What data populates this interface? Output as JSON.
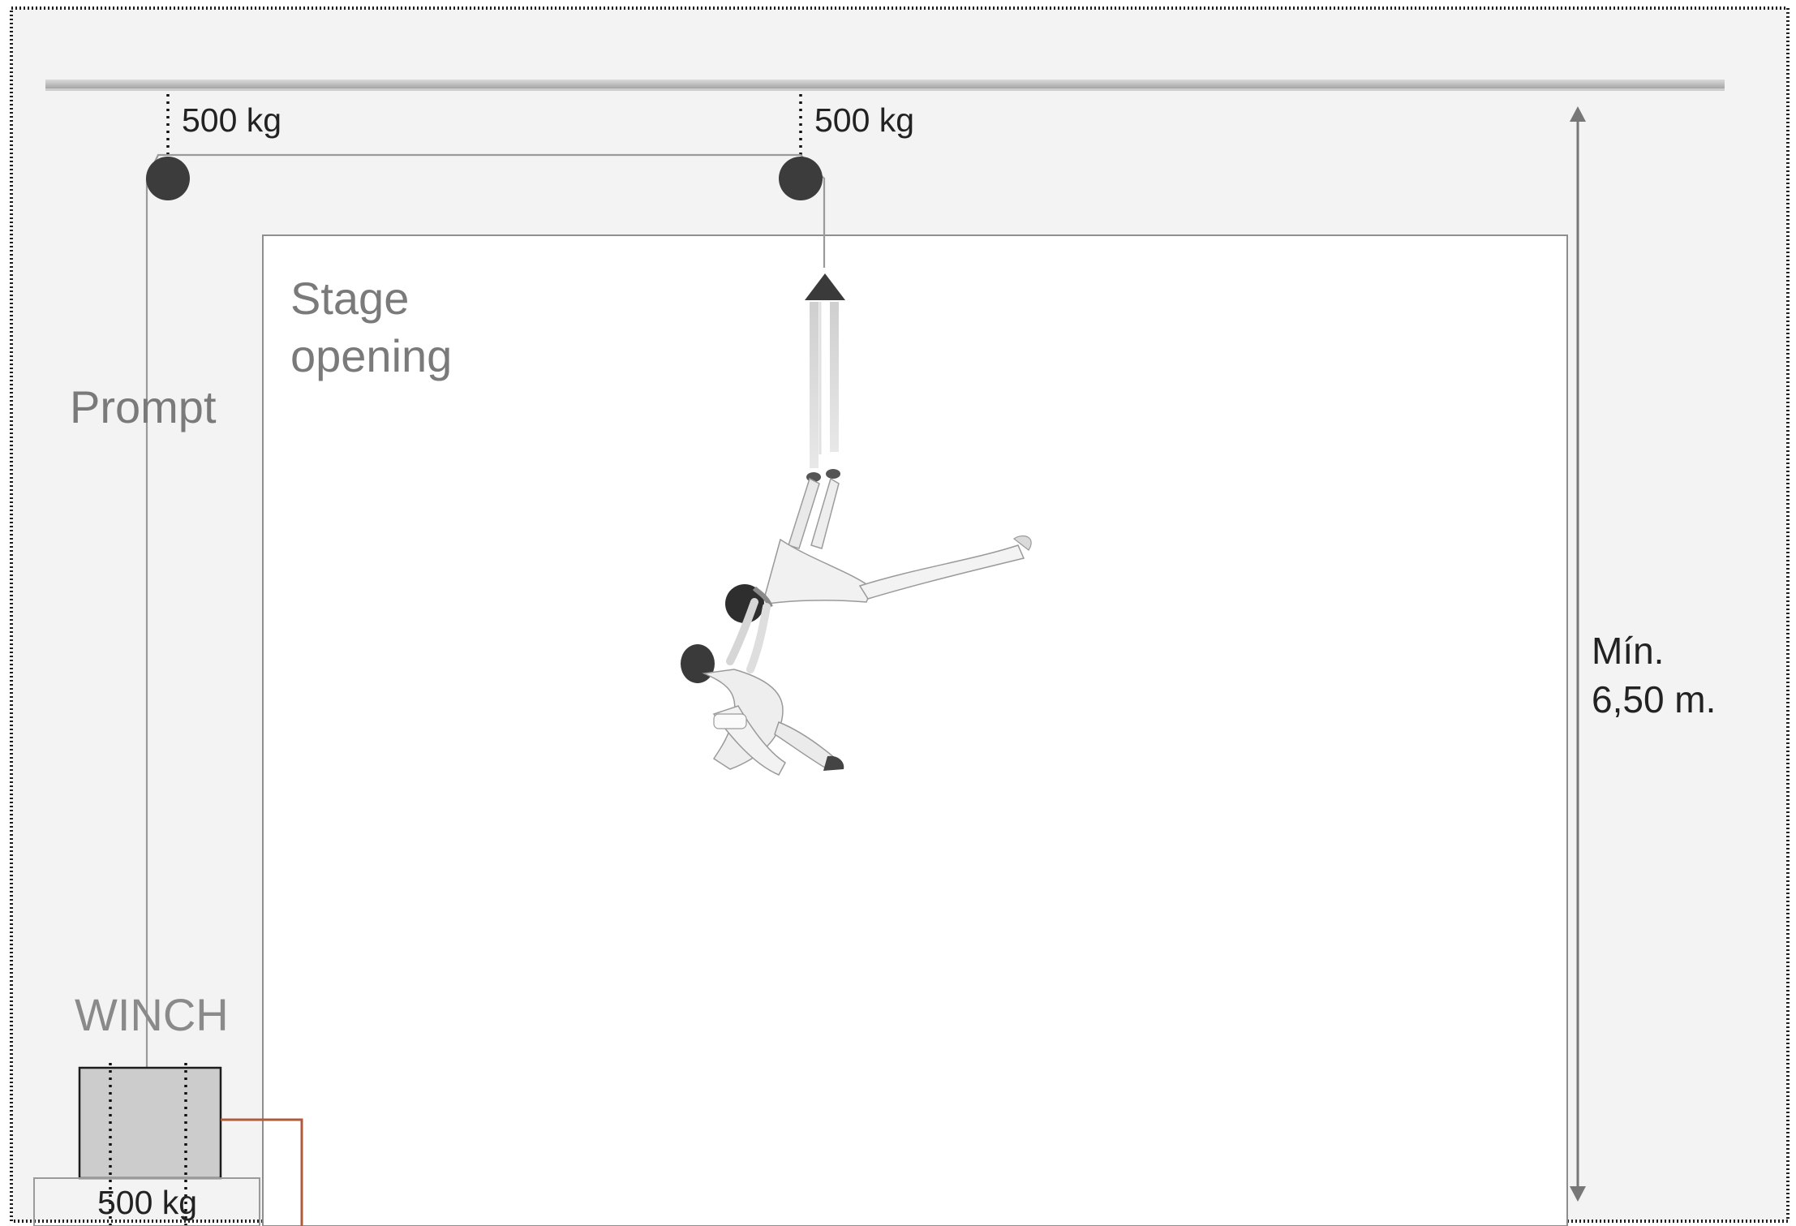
{
  "labels": {
    "load_top_left": "500 kg",
    "load_top_center": "500 kg",
    "stage_line1": "Stage",
    "stage_line2": "opening",
    "prompt": "Prompt",
    "winch": "WINCH",
    "load_winch": "500 kg",
    "height_line1": "Mín.",
    "height_line2": "6,50 m."
  },
  "colors": {
    "background": "#f3f3f3",
    "stage": "#ffffff",
    "rigging_point": "#3c3c3c",
    "winch_box": "#cccccc",
    "brake_line": "#b05a3c",
    "label_gray": "#7a7a7a",
    "label_dark": "#222222"
  },
  "icons": {
    "rigging_point": "filled-circle",
    "apparatus_anchor": "triangle",
    "performers": "aerial-duo-figure"
  }
}
